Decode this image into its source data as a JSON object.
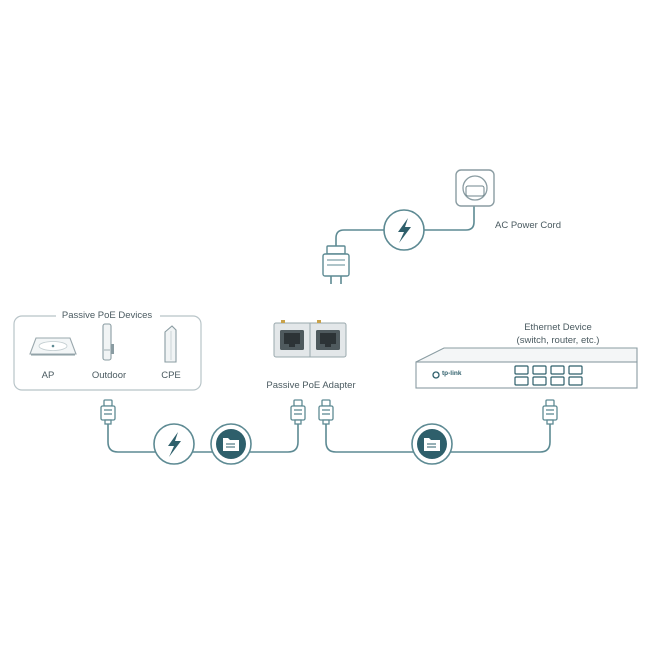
{
  "labels": {
    "ac_power_cord": "AC Power Cord",
    "passive_poe_devices": "Passive PoE Devices",
    "ap": "AP",
    "outdoor": "Outdoor",
    "cpe": "CPE",
    "passive_poe_adapter": "Passive PoE Adapter",
    "ethernet_device_line1": "Ethernet Device",
    "ethernet_device_line2": "(switch, router, etc.)",
    "switch_brand": "tp-link"
  },
  "icons": {
    "power": "lightning-bolt-icon",
    "data": "data-folder-icon",
    "outlet": "wall-outlet-icon",
    "plug": "power-plug-icon",
    "rj45": "rj45-connector-icon"
  },
  "colors": {
    "line": "#5d8a93",
    "accent": "#2e5f6b",
    "frame": "#b8c4c8",
    "text": "#4a5a60"
  }
}
